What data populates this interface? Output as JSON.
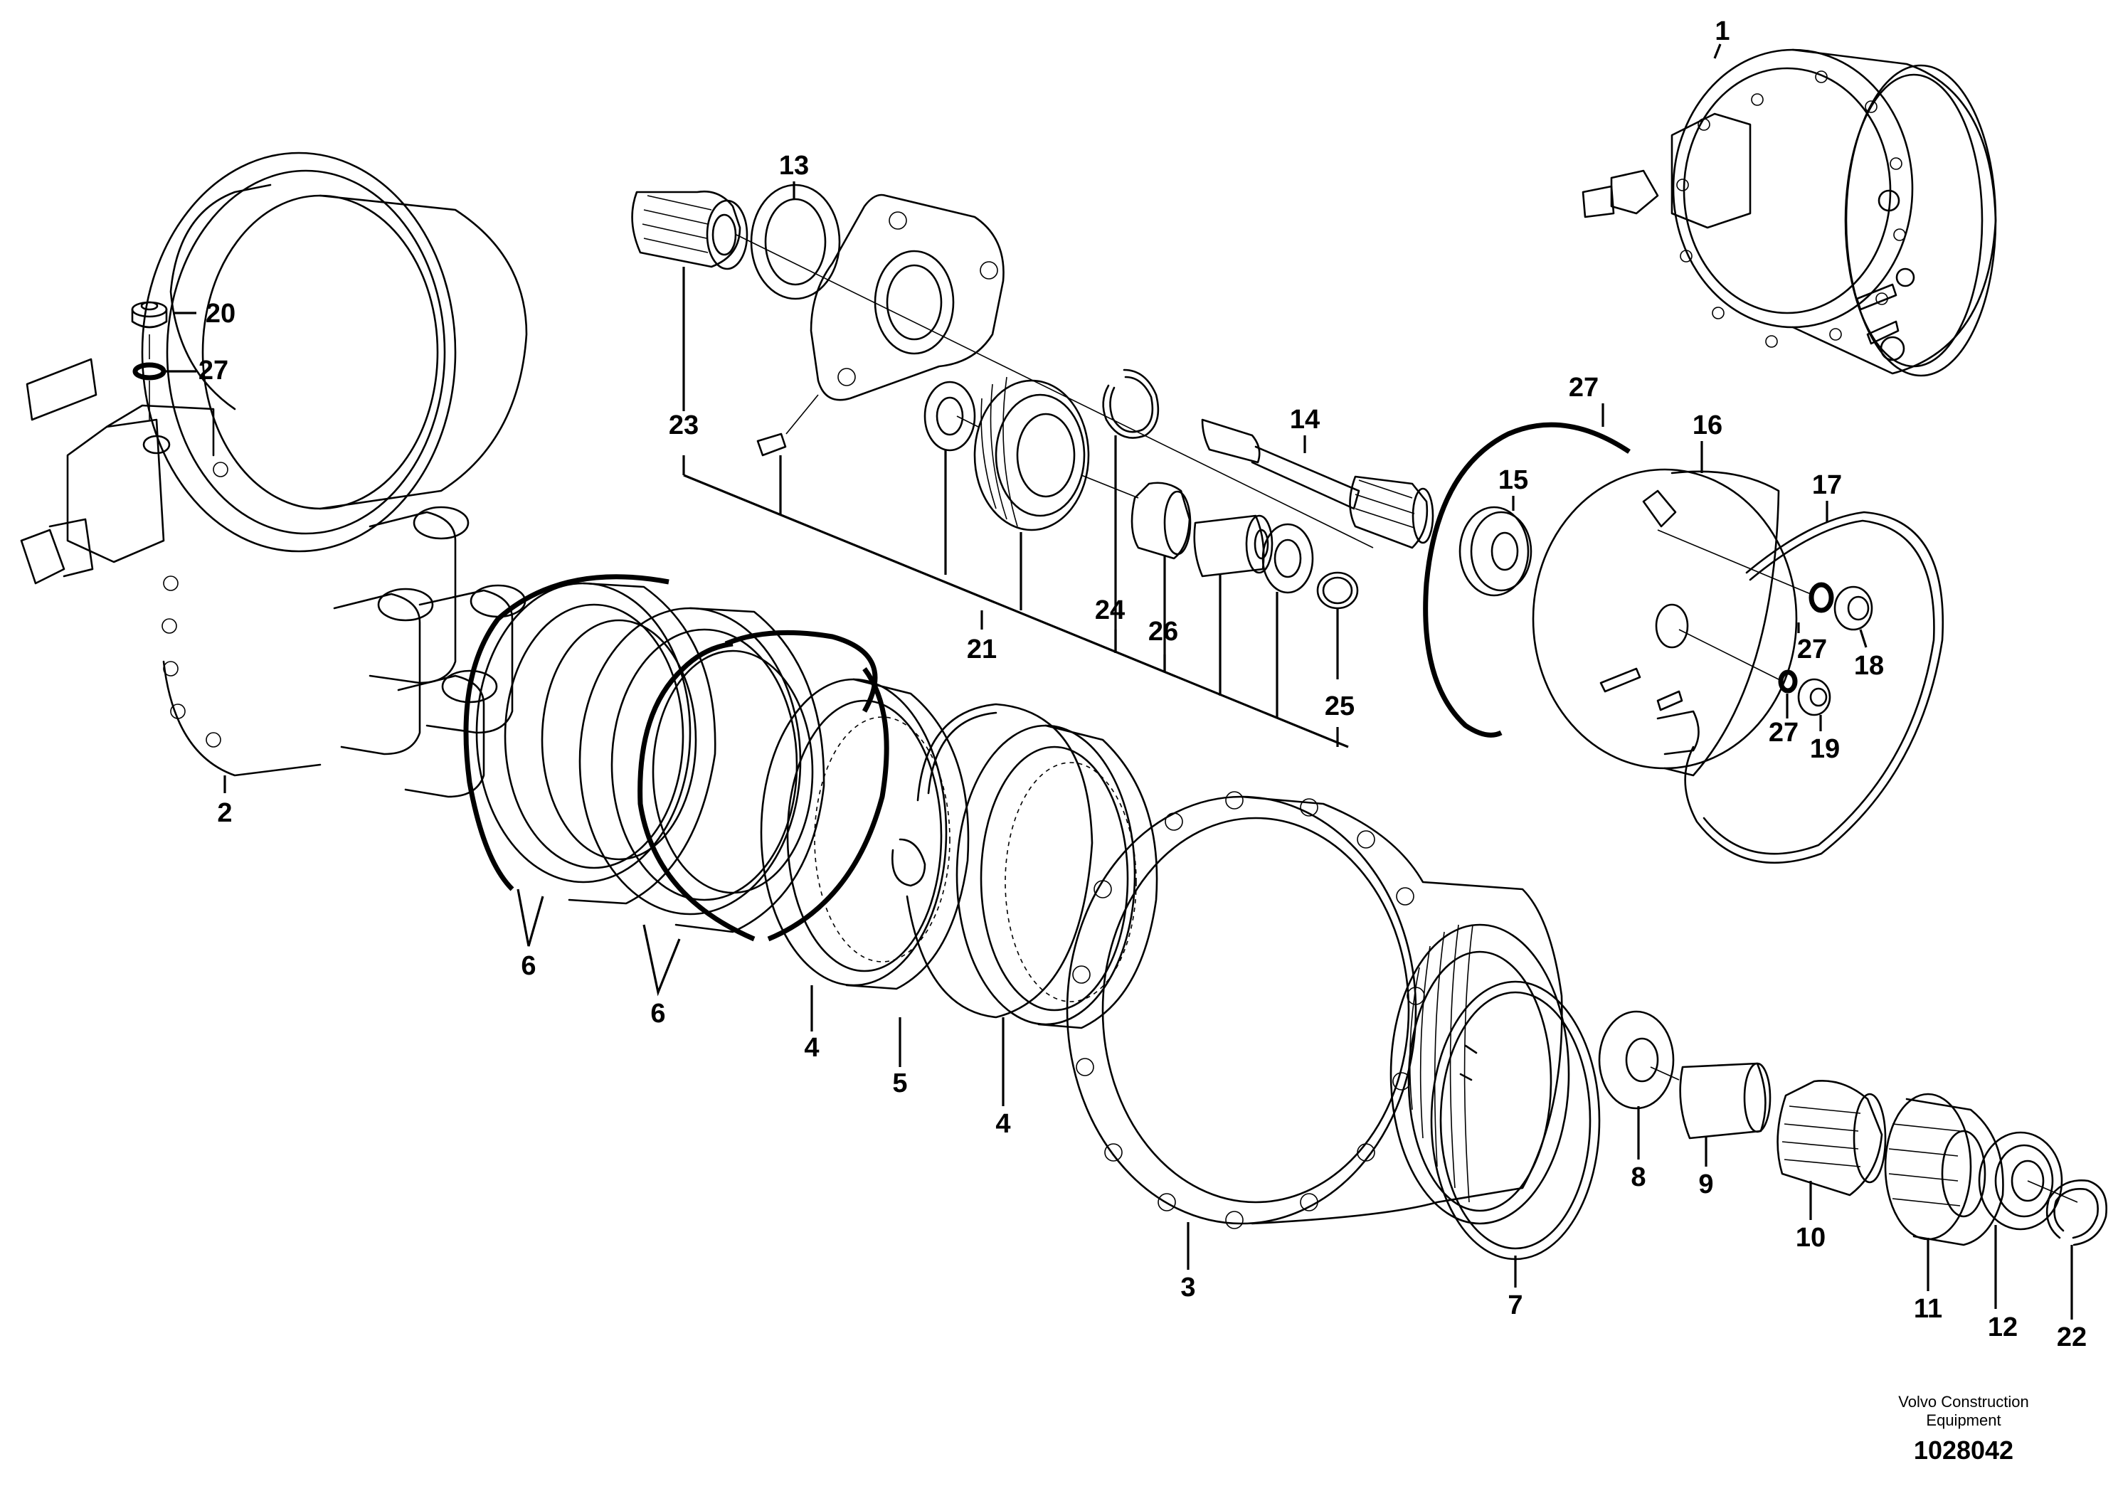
{
  "footer": {
    "maker_line1": "Volvo Construction",
    "maker_line2": "Equipment",
    "drawing_number": "1028042"
  },
  "callouts": [
    {
      "label": "1"
    },
    {
      "label": "2"
    },
    {
      "label": "3"
    },
    {
      "label": "4"
    },
    {
      "label": "4"
    },
    {
      "label": "5"
    },
    {
      "label": "6"
    },
    {
      "label": "6"
    },
    {
      "label": "7"
    },
    {
      "label": "8"
    },
    {
      "label": "9"
    },
    {
      "label": "10"
    },
    {
      "label": "11"
    },
    {
      "label": "12"
    },
    {
      "label": "13"
    },
    {
      "label": "14"
    },
    {
      "label": "15"
    },
    {
      "label": "16"
    },
    {
      "label": "17"
    },
    {
      "label": "18"
    },
    {
      "label": "19"
    },
    {
      "label": "20"
    },
    {
      "label": "21"
    },
    {
      "label": "22"
    },
    {
      "label": "23"
    },
    {
      "label": "24"
    },
    {
      "label": "25"
    },
    {
      "label": "26"
    },
    {
      "label": "27"
    },
    {
      "label": "27"
    },
    {
      "label": "27"
    },
    {
      "label": "27"
    }
  ]
}
